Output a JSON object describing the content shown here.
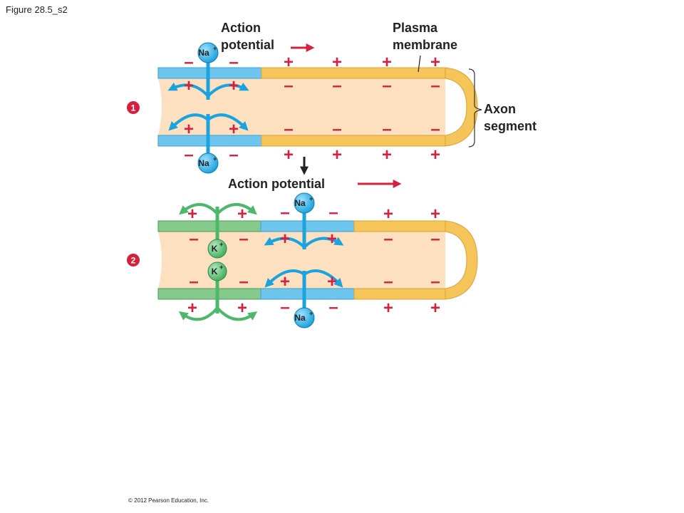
{
  "figure_label": "Figure 28.5_s2",
  "copyright": "© 2012 Pearson Education, Inc.",
  "labels": {
    "action_potential_1_line1": "Action",
    "action_potential_1_line2": "potential",
    "plasma_line1": "Plasma",
    "plasma_line2": "membrane",
    "axon_line1": "Axon",
    "axon_line2": "segment",
    "action_potential_2": "Action potential"
  },
  "steps": [
    "1",
    "2"
  ],
  "ions": {
    "na": "Na",
    "k": "K",
    "charge": "+"
  },
  "signs": {
    "plus": "+",
    "minus": "–"
  },
  "colors": {
    "depolarized_membrane": "#6ec6ee",
    "resting_membrane": "#f6c55a",
    "repolarized_membrane": "#86c98d",
    "axoplasm": "#fde0c0",
    "sign_red": "#d4213d",
    "na_ion": "#1aa3de",
    "k_ion": "#4db86a",
    "step_badge": "#d4213d"
  }
}
